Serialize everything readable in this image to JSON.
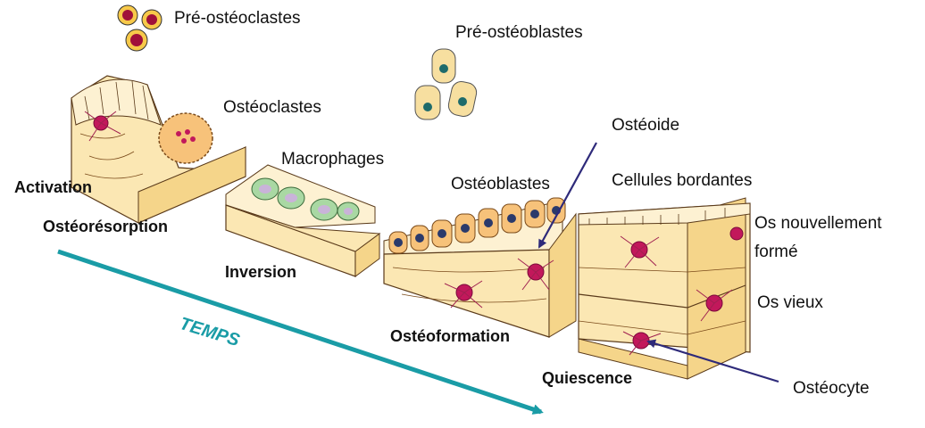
{
  "labels": {
    "pre_osteoclastes": "Pré-ostéoclastes",
    "pre_osteoblastes": "Pré-ostéoblastes",
    "osteoclastes": "Ostéoclastes",
    "osteoide": "Ostéoide",
    "macrophages": "Macrophages",
    "cellules_bordantes": "Cellules bordantes",
    "osteoblastes": "Ostéoblastes",
    "os_nouvellement_1": "Os nouvellement",
    "os_nouvellement_2": "formé",
    "os_vieux": "Os vieux",
    "osteocyte": "Ostéocyte"
  },
  "stages": {
    "activation": "Activation",
    "osteoresorption": "Ostéorésorption",
    "inversion": "Inversion",
    "osteoformation": "Ostéoformation",
    "quiescence": "Quiescence"
  },
  "time_axis": {
    "label": "TEMPS"
  },
  "colors": {
    "bone_fill": "#fbe7b3",
    "bone_side": "#f5d58a",
    "bone_line": "#5a3a1a",
    "osteocyte": "#c2185b",
    "osteoclast": "#f7c27a",
    "macrophage": "#a9d8a3",
    "nucleus": "#2b3a6b",
    "arrow_time": "#1a9ca6",
    "pointer": "#2e2a7a"
  }
}
